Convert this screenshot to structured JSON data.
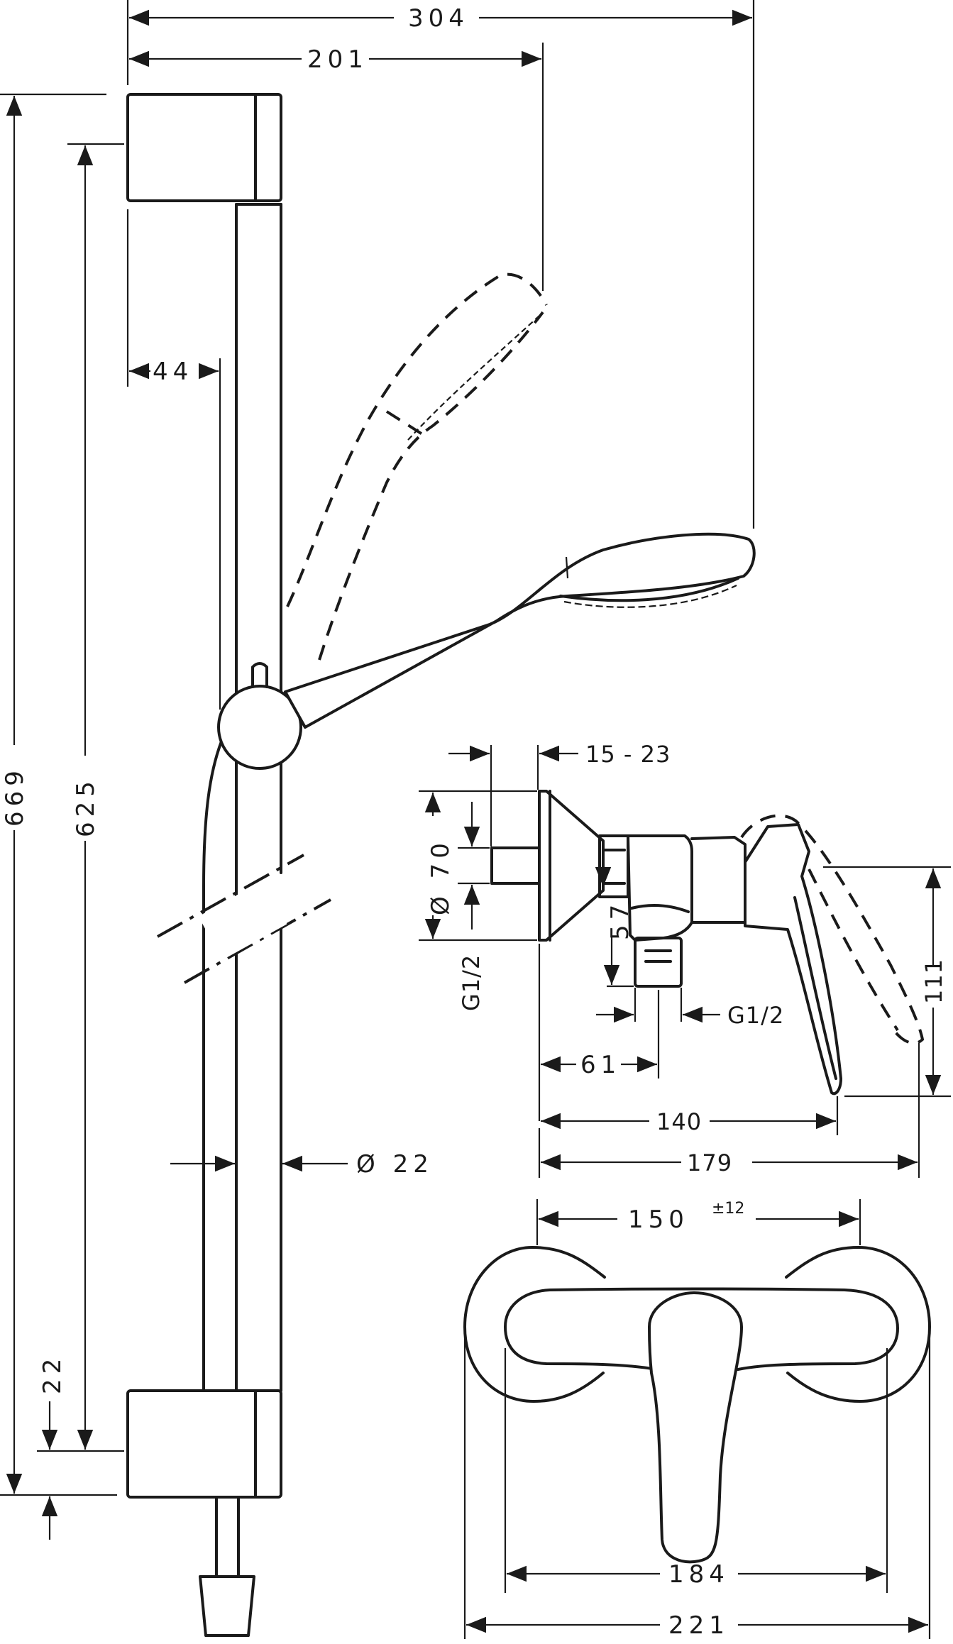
{
  "dimensions": {
    "d304": "304",
    "d201": "201",
    "d44": "44",
    "d669": "669",
    "d625": "625",
    "d22_bottom": "22",
    "d22_diameter": "Ø 22",
    "d15_23": "15 - 23",
    "d70": "Ø 70",
    "g12_left": "G1/2",
    "d57": "57",
    "g12_right": "G1/2",
    "d61": "61",
    "d111": "111",
    "d140": "140",
    "d179": "179",
    "d150": "150",
    "d150_tol": "±12",
    "d184": "184",
    "d221": "221"
  }
}
